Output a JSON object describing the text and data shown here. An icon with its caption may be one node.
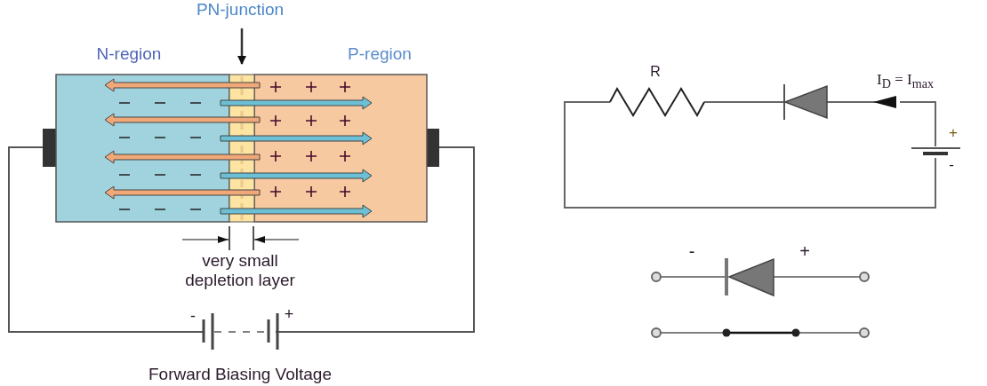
{
  "diagram": {
    "nodes": [
      {
        "text": [
          "PN-junction"
        ]
      },
      {
        "text": [],
        "shape": "bar"
      }
    ],
    "edges": [
      {
        "from": 0,
        "to": 1,
        "arrow": "to"
      }
    ],
    "labels": [
      "N-region",
      "P-region",
      "very small depletion layer",
      "-",
      "+",
      "Forward Biasing Voltage",
      "R",
      "I$_{D}$ = I$_{max}$",
      "+",
      "-",
      "-",
      "+"
    ]
  }
}
